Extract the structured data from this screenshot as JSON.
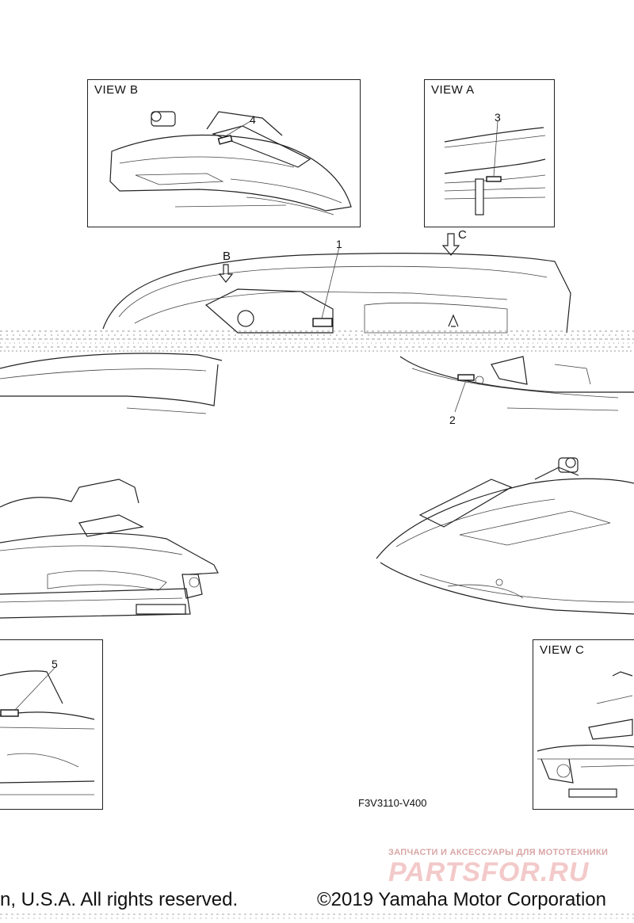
{
  "views": {
    "view_b": "VIEW B",
    "view_a": "VIEW A",
    "view_c": "VIEW C"
  },
  "arrows": {
    "b": "B",
    "c": "C"
  },
  "callouts": [
    "1",
    "2",
    "3",
    "4",
    "5"
  ],
  "figure_code": "F3V3110-V400",
  "footer": {
    "left": "n, U.S.A. All rights reserved.",
    "right": "©2019 Yamaha Motor Corporation"
  },
  "watermark": {
    "top": "ЗАПЧАСТИ И АКСЕССУАРЫ ДЛЯ МОТОТЕХНИКИ",
    "brand": "PARTSFOR.RU"
  }
}
